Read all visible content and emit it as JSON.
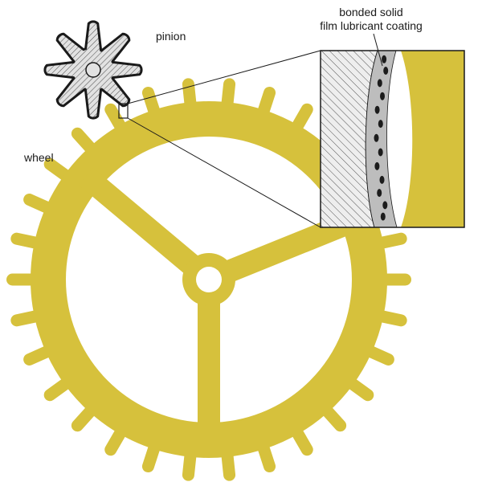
{
  "labels": {
    "pinion": "pinion",
    "wheel": "wheel",
    "coating_line1": "bonded solid",
    "coating_line2": "film lubricant coating"
  },
  "colors": {
    "wheel_fill": "#d6c13c",
    "pinion_fill": "#d6d6d6",
    "hatch": "#555555",
    "coating_fill": "#bdbdbd",
    "coating_dots": "#1c1c1c",
    "outline": "#1a1a1a"
  },
  "wheel": {
    "teeth": 30,
    "spokes": 3
  },
  "pinion": {
    "teeth": 8
  }
}
